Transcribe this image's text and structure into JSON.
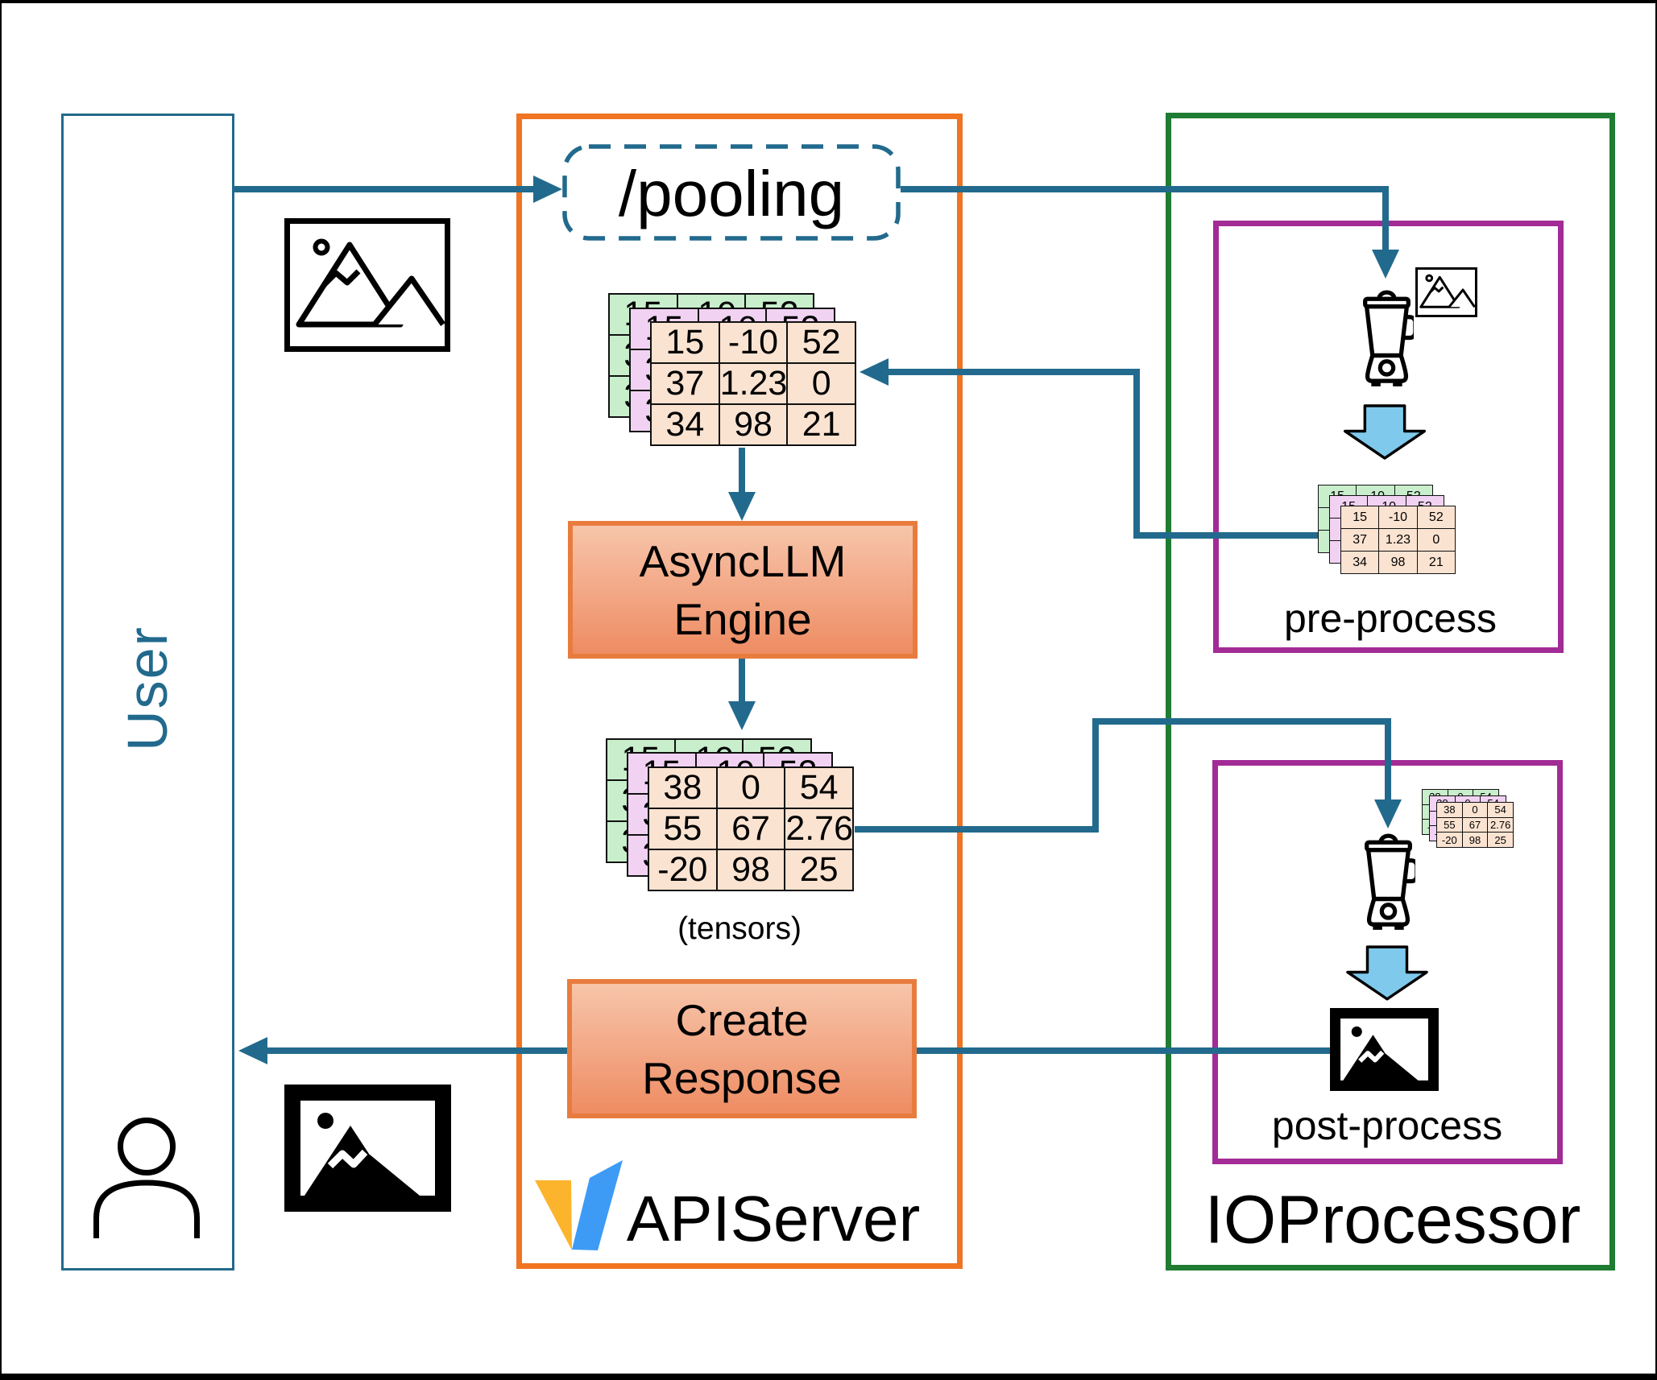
{
  "diagram": {
    "user_panel": {
      "label": "User"
    },
    "api_server": {
      "endpoint_label": "/pooling",
      "engine_line1": "AsyncLLM",
      "engine_line2": "Engine",
      "tensors_caption": "(tensors)",
      "create_line1": "Create",
      "create_line2": "Response",
      "label": "APIServer"
    },
    "io_processor": {
      "label": "IOProcessor",
      "pre_process_label": "pre-process",
      "post_process_label": "post-process"
    },
    "tables": {
      "input": [
        [
          "15",
          "-10",
          "52"
        ],
        [
          "37",
          "1.23",
          "0"
        ],
        [
          "34",
          "98",
          "21"
        ]
      ],
      "output": [
        [
          "38",
          "0",
          "54"
        ],
        [
          "55",
          "67",
          "2.76"
        ],
        [
          "-20",
          "98",
          "25"
        ]
      ]
    },
    "icons": {
      "user": "person-icon",
      "request_image": "picture-outline-icon",
      "response_image": "picture-filled-icon",
      "pre_process_input": "picture-outline-icon",
      "processor": "blender-icon",
      "transform": "down-block-arrow-icon",
      "logo": "vllm-logo"
    },
    "colors": {
      "arrow_teal": "#226A8D",
      "api_border_orange": "#F07422",
      "node_border_orange": "#E87C3E",
      "node_fill_top": "#F7C5AA",
      "node_fill_bottom": "#EE8C63",
      "io_border_green": "#1F7C33",
      "process_border_purple": "#A22B96",
      "table_green": "#C8EECB",
      "table_pink": "#F2D2F3",
      "table_peach": "#FBE3D1",
      "block_arrow_blue": "#7EC9EC",
      "logo_yellow": "#FCB42C",
      "logo_blue": "#3D9BF5"
    }
  }
}
